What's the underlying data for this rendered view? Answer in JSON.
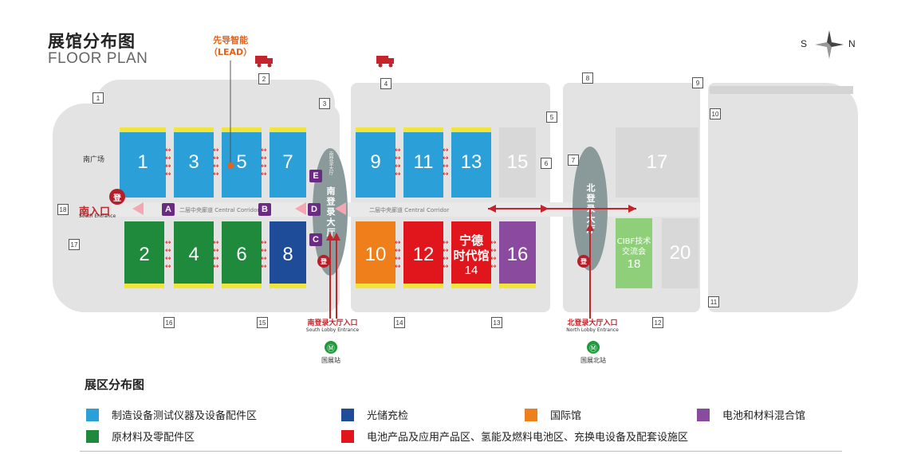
{
  "header": {
    "title_cn": "展馆分布图",
    "title_en": "FLOOR PLAN"
  },
  "compass": {
    "south": "S",
    "north": "N"
  },
  "lead": {
    "name": "先导智能",
    "en": "（LEAD）"
  },
  "plaza": {
    "south_plaza": "南广场",
    "south_entrance_cn": "南入口",
    "south_entrance_en": "South Entrance"
  },
  "corridor": {
    "label": "二层中央廊道 Central Corridor"
  },
  "lobbies": {
    "south": {
      "name": "南登录大厅",
      "entry_cn": "南登录大厅入口",
      "entry_en": "South Lobby Entrance",
      "station": "国展站"
    },
    "north": {
      "name": "北登录大厅",
      "entry_cn": "北登录大厅入口",
      "entry_en": "North Lobby Entrance",
      "station": "国展北站"
    },
    "register": "登",
    "metro_icon": "metro-icon"
  },
  "south_upper_tiny": "南登录大厅",
  "halls": {
    "h1": "1",
    "h2": "2",
    "h3": "3",
    "h4": "4",
    "h5": "5",
    "h6": "6",
    "h7": "7",
    "h8": "8",
    "h9": "9",
    "h10": "10",
    "h11": "11",
    "h12": "12",
    "h13": "13",
    "h14_cn1": "宁德",
    "h14_cn2": "时代馆",
    "h14": "14",
    "h15": "15",
    "h16": "16",
    "h17": "17",
    "h18_cn1": "CIBF技术",
    "h18_cn2": "交流会",
    "h18": "18",
    "h20": "20"
  },
  "gates": {
    "A": "A",
    "B": "B",
    "C": "C",
    "D": "D",
    "E": "E"
  },
  "docks": {
    "d1": "1",
    "d2": "2",
    "d3": "3",
    "d4": "4",
    "d5": "5",
    "d6": "6",
    "d7": "7",
    "d8": "8",
    "d9": "9",
    "d10": "10",
    "d11": "11",
    "d12": "12",
    "d13": "13",
    "d14": "14",
    "d15": "15",
    "d16": "16",
    "d17": "17",
    "d18": "18"
  },
  "colors": {
    "manufacturing": "#2b9fd8",
    "storage": "#1f4c99",
    "international": "#ef7f1a",
    "mixed": "#8a4a9e",
    "materials": "#1f8a3c",
    "battery": "#e0161c",
    "tech": "#8fcf7a",
    "gray_hall": "#d8d8d8"
  },
  "legend": {
    "title": "展区分布图",
    "items": [
      {
        "label": "制造设备测试仪器及设备配件区"
      },
      {
        "label": "光储充检"
      },
      {
        "label": "国际馆"
      },
      {
        "label": "电池和材料混合馆"
      },
      {
        "label": "原材料及零配件区"
      },
      {
        "label": "电池产品及应用产品区、氢能及燃料电池区、充换电设备及配套设施区"
      }
    ]
  }
}
